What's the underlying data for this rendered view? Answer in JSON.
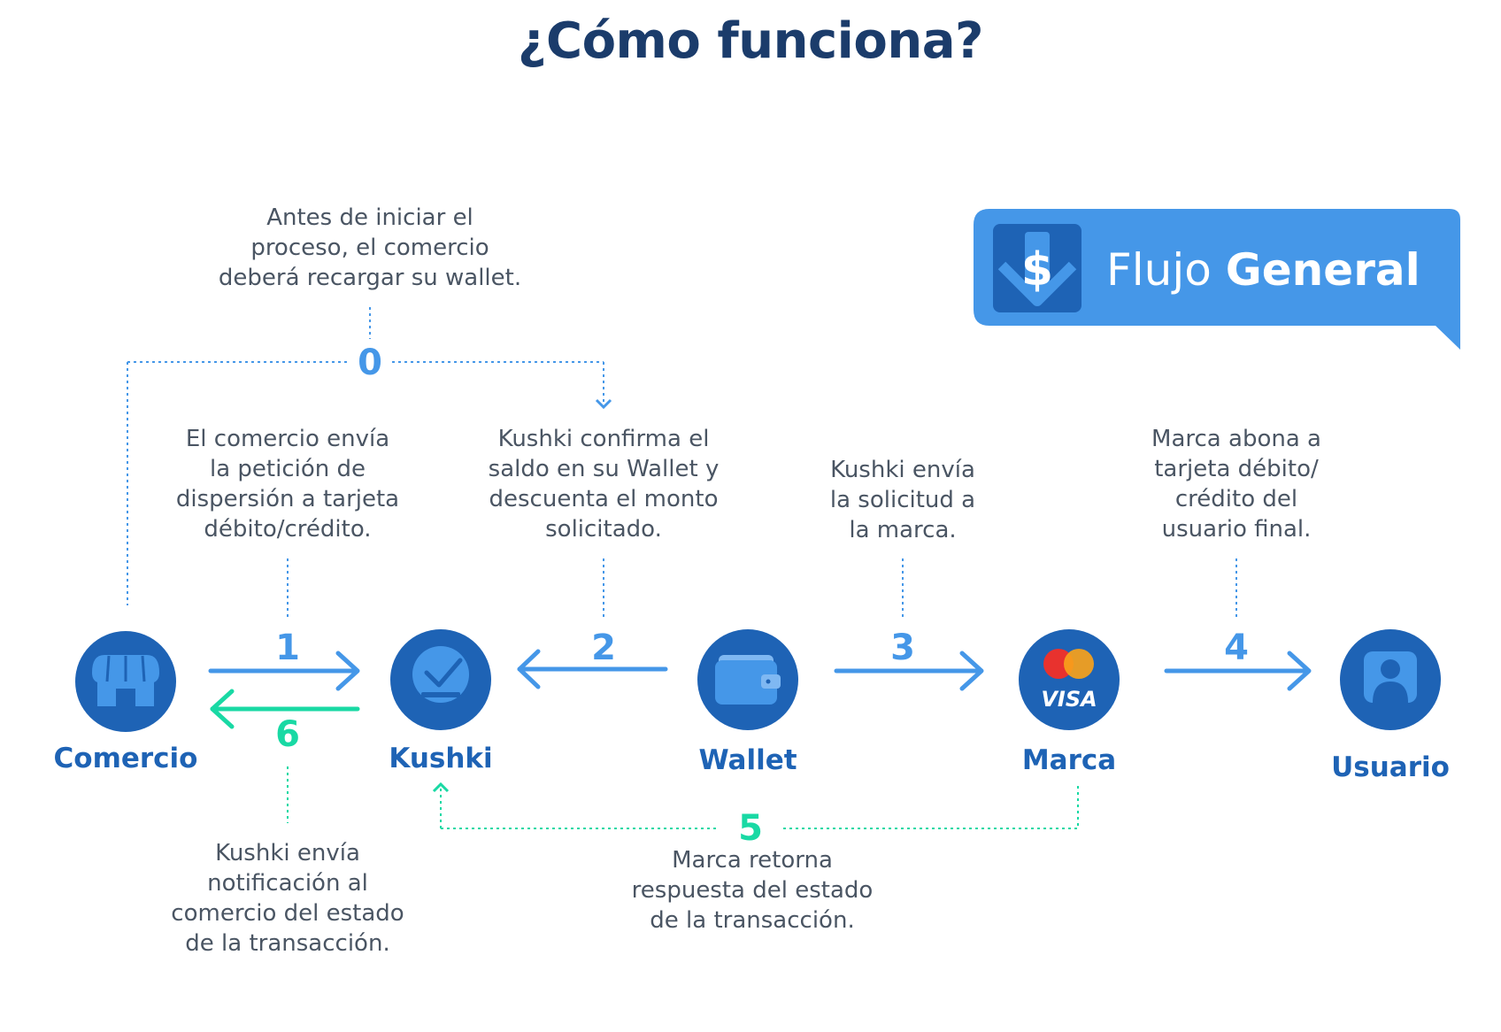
{
  "title": "¿Cómo funciona?",
  "badge": {
    "light": "Flujo",
    "bold": "General",
    "icon": "dollar-down-icon"
  },
  "colors": {
    "dark_blue": "#1b3c6b",
    "blue": "#4597e8",
    "node": "#1e63b5",
    "green": "#19d9a4",
    "text": "#4a5563"
  },
  "nodes": [
    {
      "label": "Comercio",
      "icon": "store-icon"
    },
    {
      "label": "Kushki",
      "icon": "check-icon"
    },
    {
      "label": "Wallet",
      "icon": "wallet-icon"
    },
    {
      "label": "Marca",
      "icon": "visa-mastercard-icon"
    },
    {
      "label": "Usuario",
      "icon": "user-icon"
    }
  ],
  "steps": [
    {
      "number": "0",
      "lines": [
        "Antes de iniciar el",
        "proceso, el comercio",
        "deberá recargar su wallet."
      ]
    },
    {
      "number": "1",
      "lines": [
        "El comercio envía",
        "la petición de",
        "dispersión a tarjeta",
        "débito/crédito."
      ]
    },
    {
      "number": "2",
      "lines": [
        "Kushki confirma el",
        "saldo en su Wallet y",
        "descuenta el monto",
        "solicitado."
      ]
    },
    {
      "number": "3",
      "lines": [
        "Kushki envía",
        "la solicitud a",
        "la marca."
      ]
    },
    {
      "number": "4",
      "lines": [
        "Marca abona a",
        "tarjeta débito/",
        "crédito del",
        "usuario final."
      ]
    },
    {
      "number": "5",
      "lines": [
        "Marca retorna",
        "respuesta del estado",
        "de la transacción."
      ]
    },
    {
      "number": "6",
      "lines": [
        "Kushki envía",
        "notificación al",
        "comercio del estado",
        "de la transacción."
      ]
    }
  ],
  "visa_text": "VISA"
}
